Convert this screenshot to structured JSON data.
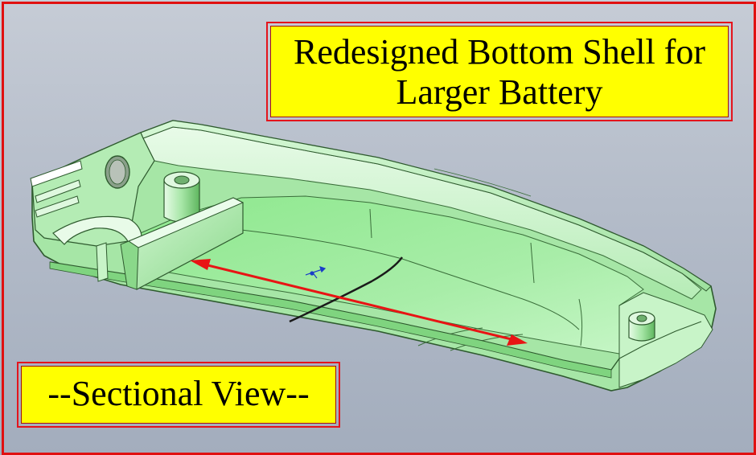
{
  "title": {
    "line1": "Redesigned Bottom Shell for",
    "line2": "Larger Battery"
  },
  "caption": "--Sectional View--",
  "colors": {
    "background": "#b4bcc9",
    "frame_border": "#e01010",
    "label_fill": "#ffff00",
    "label_border": "#e4141c",
    "shell_green": "#b8f0b8",
    "shell_edge": "#2e5a2e",
    "arrow": "#e81414",
    "section_line": "#1a1a1a",
    "origin_marker": "#1a3cc8"
  },
  "icons": {
    "origin": "coordinate-origin-triad-icon"
  }
}
